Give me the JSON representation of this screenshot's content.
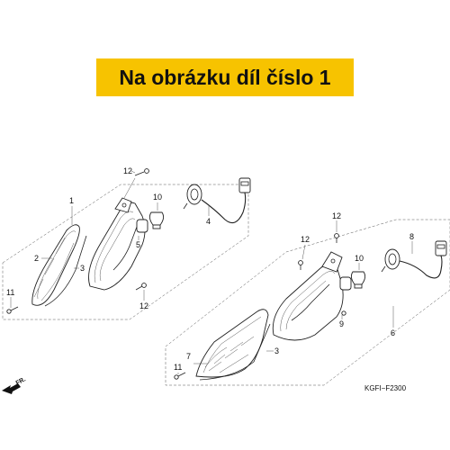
{
  "banner": {
    "text": "Na obrázku díl číslo 1",
    "color": "#f7c300"
  },
  "diagram": {
    "callouts": {
      "c1": "1",
      "c2": "2",
      "c3a": "3",
      "c3b": "3",
      "c4": "4",
      "c5": "5",
      "c6": "6",
      "c7": "7",
      "c8": "8",
      "c9": "9",
      "c10a": "10",
      "c10b": "10",
      "c11a": "11",
      "c11b": "11",
      "c12a": "12",
      "c12b": "12",
      "c12c": "12",
      "c12d": "12"
    },
    "code": "KGFI−F2300",
    "direction": "FR.",
    "icons": [
      "direction-arrow-icon"
    ]
  }
}
